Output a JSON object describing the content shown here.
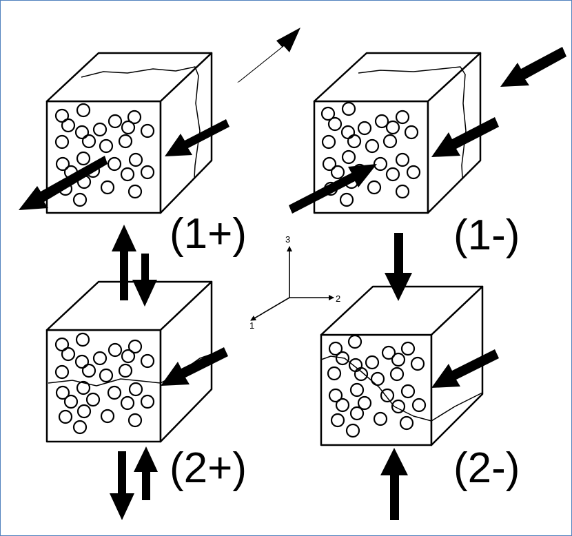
{
  "labels": {
    "case_1_plus": "(1+)",
    "case_1_minus": "(1-)",
    "case_2_plus": "(2+)",
    "case_2_minus": "(2-)"
  },
  "axes": {
    "axis_1": "1",
    "axis_2": "2",
    "axis_3": "3"
  },
  "colors": {
    "frame_border": "#4f81bd",
    "ink": "#000000"
  }
}
